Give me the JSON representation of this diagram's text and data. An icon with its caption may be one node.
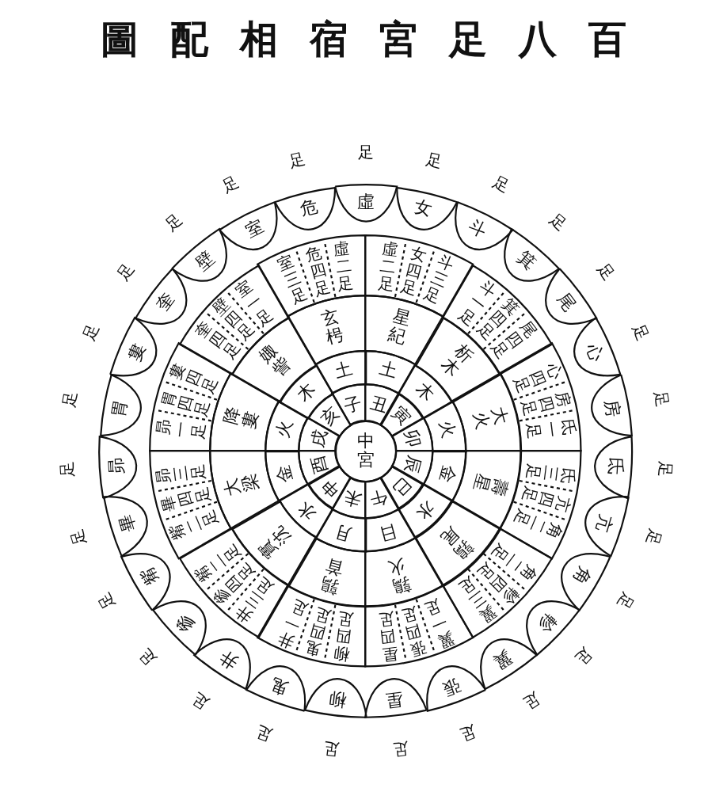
{
  "diagram": {
    "title": "圖配相宿宮足八百",
    "nodes": [
      {
        "text": [
          "中宮"
        ]
      },
      {
        "text": [
          "丑"
        ]
      },
      {
        "text": [
          "寅"
        ]
      },
      {
        "text": [
          "卯"
        ]
      },
      {
        "text": [
          "辰"
        ]
      },
      {
        "text": [
          "巳"
        ]
      },
      {
        "text": [
          "午"
        ]
      },
      {
        "text": [
          "未"
        ]
      },
      {
        "text": [
          "申"
        ]
      },
      {
        "text": [
          "酉"
        ]
      },
      {
        "text": [
          "戌"
        ]
      },
      {
        "text": [
          "亥"
        ]
      },
      {
        "text": [
          "子"
        ]
      },
      {
        "text": [
          "土"
        ]
      },
      {
        "text": [
          "木"
        ]
      },
      {
        "text": [
          "火"
        ]
      },
      {
        "text": [
          "金"
        ]
      },
      {
        "text": [
          "水"
        ]
      },
      {
        "text": [
          "日"
        ]
      },
      {
        "text": [
          "月"
        ]
      },
      {
        "text": [
          "水"
        ]
      },
      {
        "text": [
          "金"
        ]
      },
      {
        "text": [
          "火"
        ]
      },
      {
        "text": [
          "木"
        ]
      },
      {
        "text": [
          "土"
        ]
      },
      {
        "text": [
          "星紀"
        ]
      },
      {
        "text": [
          "析木"
        ]
      },
      {
        "text": [
          "大火"
        ]
      },
      {
        "text": [
          "壽星"
        ]
      },
      {
        "text": [
          "鶉尾"
        ]
      },
      {
        "text": [
          "鶉火"
        ]
      },
      {
        "text": [
          "鶉首"
        ]
      },
      {
        "text": [
          "實沈"
        ]
      },
      {
        "text": [
          "大梁"
        ]
      },
      {
        "text": [
          "降婁"
        ]
      },
      {
        "text": [
          "娵訾"
        ]
      },
      {
        "text": [
          "玄枵"
        ]
      },
      {
        "text": [
          "虛二足",
          "女四足",
          "斗三足"
        ]
      },
      {
        "text": [
          "斗一足",
          "箕四足",
          "尾四足"
        ]
      },
      {
        "text": [
          "心四足",
          "房四足",
          "氐一足"
        ]
      },
      {
        "text": [
          "氐三足",
          "亢四足",
          "角二足"
        ]
      },
      {
        "text": [
          "角二足",
          "軫四足",
          "翼三足"
        ]
      },
      {
        "text": [
          "翼一足",
          "張四足",
          "星四足"
        ]
      },
      {
        "text": [
          "柳四足",
          "鬼四足",
          "井一足"
        ]
      },
      {
        "text": [
          "井三足",
          "參四足",
          "觜二足"
        ]
      },
      {
        "text": [
          "觜二足",
          "畢四足",
          "昴三足"
        ]
      },
      {
        "text": [
          "昴一足",
          "胃四足",
          "婁四足"
        ]
      },
      {
        "text": [
          "奎四足",
          "壁四足",
          "室一足"
        ]
      },
      {
        "text": [
          "室三足",
          "危四足",
          "虛二足"
        ]
      },
      {
        "text": [
          "虛"
        ],
        "beside": [
          "足"
        ]
      },
      {
        "text": [
          "女"
        ],
        "beside": [
          "足"
        ]
      },
      {
        "text": [
          "斗"
        ],
        "beside": [
          "足"
        ]
      },
      {
        "text": [
          "箕"
        ],
        "beside": [
          "足"
        ]
      },
      {
        "text": [
          "尾"
        ],
        "beside": [
          "足"
        ]
      },
      {
        "text": [
          "心"
        ],
        "beside": [
          "足"
        ]
      },
      {
        "text": [
          "房"
        ],
        "beside": [
          "足"
        ]
      },
      {
        "text": [
          "氐"
        ],
        "beside": [
          "足"
        ]
      },
      {
        "text": [
          "亢"
        ],
        "beside": [
          "足"
        ]
      },
      {
        "text": [
          "角"
        ],
        "beside": [
          "足"
        ]
      },
      {
        "text": [
          "軫"
        ],
        "beside": [
          "足"
        ]
      },
      {
        "text": [
          "翼"
        ],
        "beside": [
          "足"
        ]
      },
      {
        "text": [
          "張"
        ],
        "beside": [
          "足"
        ]
      },
      {
        "text": [
          "星"
        ],
        "beside": [
          "足"
        ]
      },
      {
        "text": [
          "柳"
        ],
        "beside": [
          "足"
        ]
      },
      {
        "text": [
          "鬼"
        ],
        "beside": [
          "足"
        ]
      },
      {
        "text": [
          "井"
        ],
        "beside": [
          "足"
        ]
      },
      {
        "text": [
          "參"
        ],
        "beside": [
          "足"
        ]
      },
      {
        "text": [
          "觜"
        ],
        "beside": [
          "足"
        ]
      },
      {
        "text": [
          "畢"
        ],
        "beside": [
          "足"
        ]
      },
      {
        "text": [
          "昴"
        ],
        "beside": [
          "足"
        ]
      },
      {
        "text": [
          "胃"
        ],
        "beside": [
          "足"
        ]
      },
      {
        "text": [
          "婁"
        ],
        "beside": [
          "足"
        ]
      },
      {
        "text": [
          "奎"
        ],
        "beside": [
          "足"
        ]
      },
      {
        "text": [
          "壁"
        ],
        "beside": [
          "足"
        ]
      },
      {
        "text": [
          "室"
        ],
        "beside": [
          "足"
        ]
      },
      {
        "text": [
          "危"
        ],
        "beside": [
          "足"
        ]
      }
    ],
    "edges": []
  }
}
